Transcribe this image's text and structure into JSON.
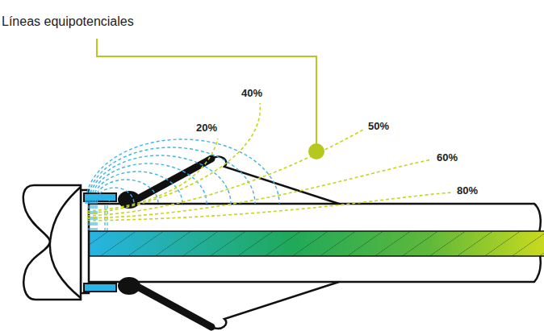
{
  "diagram": {
    "labels": [
      "Líneas equipotenciales",
      "20%",
      "40%",
      "50%",
      "60%",
      "80%"
    ]
  }
}
